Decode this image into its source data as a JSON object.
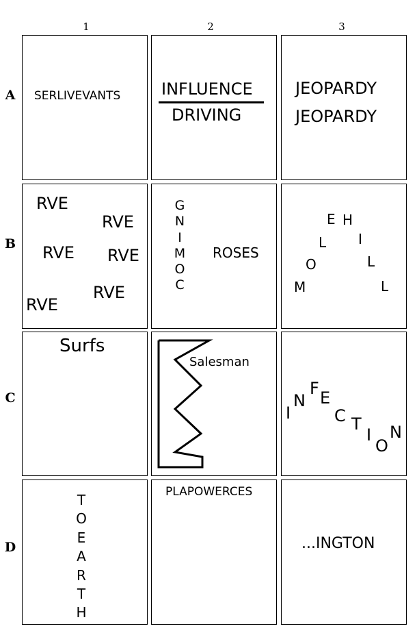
{
  "columns": [
    "1",
    "2",
    "3"
  ],
  "rows": [
    "A",
    "B",
    "C",
    "D"
  ],
  "cells": {
    "A1": {
      "text": "SERLIVEVANTS"
    },
    "A2": {
      "top": "INFLUENCE",
      "bottom": "DRIVING"
    },
    "A3": {
      "line1": "JEOPARDY",
      "line2": "JEOPARDY"
    },
    "B1": {
      "words": [
        "RVE",
        "RVE",
        "RVE",
        "RVE",
        "RVE",
        "RVE"
      ]
    },
    "B2": {
      "vertical": [
        "G",
        "N",
        "I",
        "M",
        "O",
        "C"
      ],
      "word": "ROSES"
    },
    "B3": {
      "letters": [
        "M",
        "O",
        "L",
        "E",
        "H",
        "I",
        "L",
        "L"
      ]
    },
    "C1": {
      "text": "Surfs"
    },
    "C2": {
      "text": "Salesman"
    },
    "C3": {
      "letters": [
        "I",
        "N",
        "F",
        "E",
        "C",
        "T",
        "I",
        "O",
        "N"
      ]
    },
    "D1": {
      "vertical": [
        "T",
        "O",
        "E",
        "A",
        "R",
        "T",
        "H"
      ]
    },
    "D2": {
      "text": "PLAPOWERCES"
    },
    "D3": {
      "text": "...INGTON"
    }
  }
}
